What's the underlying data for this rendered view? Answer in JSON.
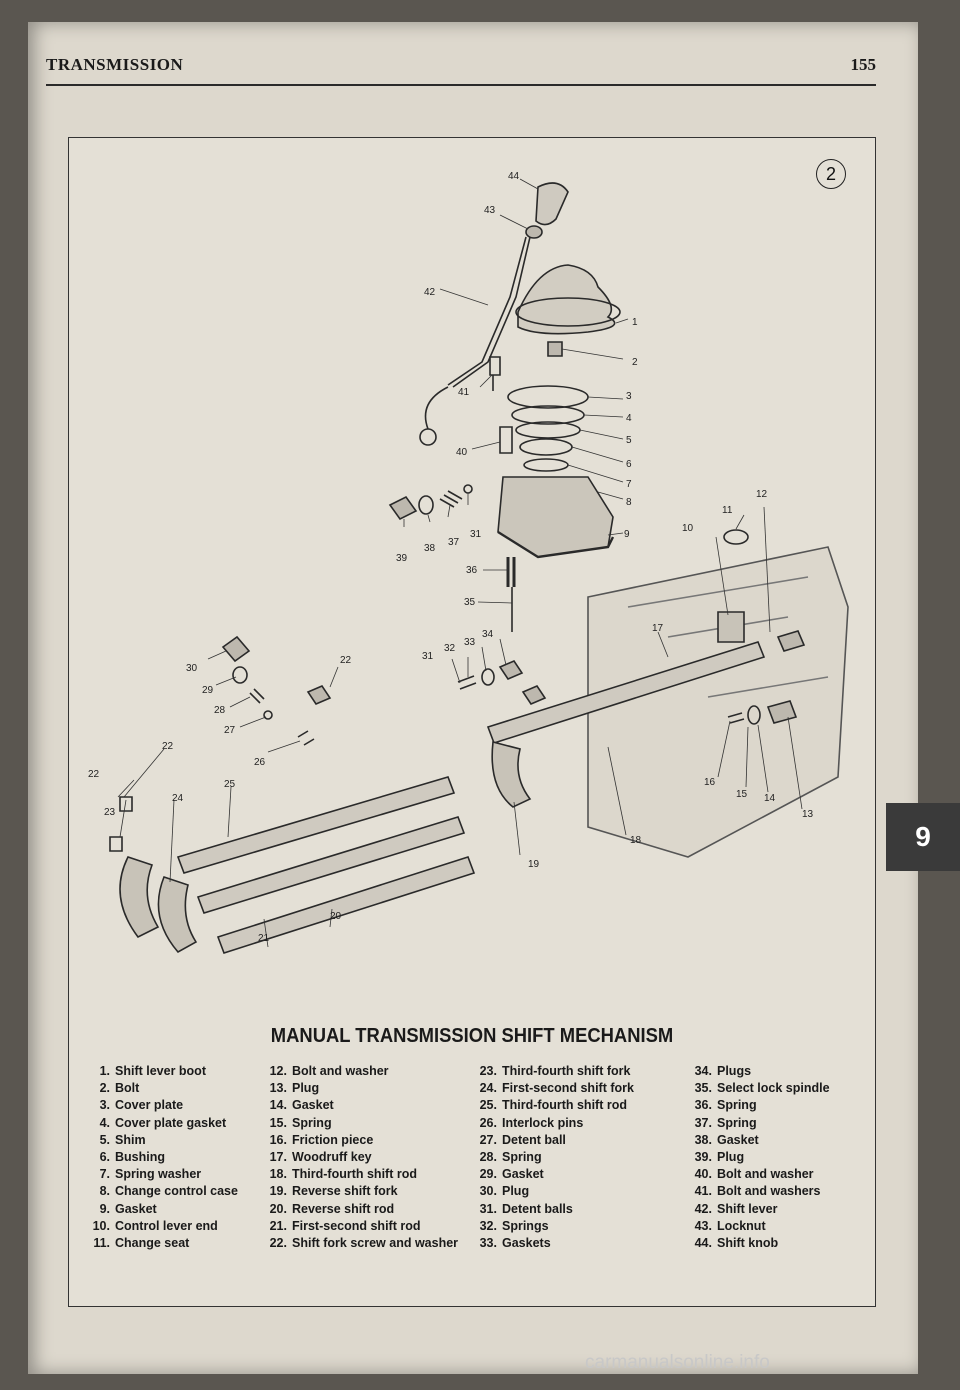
{
  "header": {
    "section_title": "TRANSMISSION",
    "page_number": "155"
  },
  "figure": {
    "number": "2",
    "caption": "MANUAL TRANSMISSION SHIFT MECHANISM",
    "callouts": [
      "44",
      "43",
      "42",
      "1",
      "2",
      "41",
      "3",
      "4",
      "5",
      "40",
      "6",
      "7",
      "8",
      "12",
      "11",
      "10",
      "9",
      "31",
      "37",
      "38",
      "39",
      "36",
      "35",
      "17",
      "34",
      "33",
      "32",
      "31",
      "22",
      "30",
      "29",
      "28",
      "27",
      "22",
      "26",
      "22",
      "25",
      "23",
      "24",
      "16",
      "15",
      "14",
      "13",
      "18",
      "19",
      "20",
      "21"
    ],
    "legend_columns": [
      [
        {
          "num": "1.",
          "text": "Shift lever boot"
        },
        {
          "num": "2.",
          "text": "Bolt"
        },
        {
          "num": "3.",
          "text": "Cover plate"
        },
        {
          "num": "4.",
          "text": "Cover plate gasket"
        },
        {
          "num": "5.",
          "text": "Shim"
        },
        {
          "num": "6.",
          "text": "Bushing"
        },
        {
          "num": "7.",
          "text": "Spring washer"
        },
        {
          "num": "8.",
          "text": "Change control case"
        },
        {
          "num": "9.",
          "text": "Gasket"
        },
        {
          "num": "10.",
          "text": "Control lever end"
        },
        {
          "num": "11.",
          "text": "Change seat"
        }
      ],
      [
        {
          "num": "12.",
          "text": "Bolt and washer"
        },
        {
          "num": "13.",
          "text": "Plug"
        },
        {
          "num": "14.",
          "text": "Gasket"
        },
        {
          "num": "15.",
          "text": "Spring"
        },
        {
          "num": "16.",
          "text": "Friction piece"
        },
        {
          "num": "17.",
          "text": "Woodruff key"
        },
        {
          "num": "18.",
          "text": "Third-fourth shift rod"
        },
        {
          "num": "19.",
          "text": "Reverse shift fork"
        },
        {
          "num": "20.",
          "text": "Reverse shift rod"
        },
        {
          "num": "21.",
          "text": "First-second shift rod"
        },
        {
          "num": "22.",
          "text": "Shift fork screw and washer"
        }
      ],
      [
        {
          "num": "23.",
          "text": "Third-fourth shift fork"
        },
        {
          "num": "24.",
          "text": "First-second shift fork"
        },
        {
          "num": "25.",
          "text": "Third-fourth shift rod"
        },
        {
          "num": "26.",
          "text": "Interlock pins"
        },
        {
          "num": "27.",
          "text": "Detent ball"
        },
        {
          "num": "28.",
          "text": "Spring"
        },
        {
          "num": "29.",
          "text": "Gasket"
        },
        {
          "num": "30.",
          "text": "Plug"
        },
        {
          "num": "31.",
          "text": "Detent balls"
        },
        {
          "num": "32.",
          "text": "Springs"
        },
        {
          "num": "33.",
          "text": "Gaskets"
        }
      ],
      [
        {
          "num": "34.",
          "text": "Plugs"
        },
        {
          "num": "35.",
          "text": "Select lock spindle"
        },
        {
          "num": "36.",
          "text": "Spring"
        },
        {
          "num": "37.",
          "text": "Spring"
        },
        {
          "num": "38.",
          "text": "Gasket"
        },
        {
          "num": "39.",
          "text": "Plug"
        },
        {
          "num": "40.",
          "text": "Bolt and washer"
        },
        {
          "num": "41.",
          "text": "Bolt and washers"
        },
        {
          "num": "42.",
          "text": "Shift lever"
        },
        {
          "num": "43.",
          "text": "Locknut"
        },
        {
          "num": "44.",
          "text": "Shift knob"
        }
      ]
    ]
  },
  "side_tab": {
    "label": "9"
  },
  "watermark": "carmanualsonline.info"
}
